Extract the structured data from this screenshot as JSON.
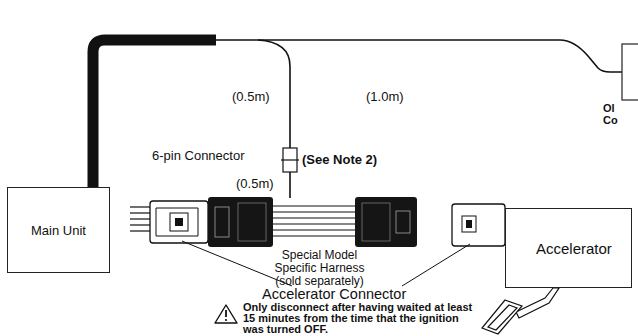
{
  "diagram": {
    "nodes": [
      {
        "text": [
          "Main Unit"
        ]
      },
      {
        "text": [
          "Accelerator"
        ]
      }
    ],
    "labels": [
      "(0.5m)",
      "(1.0m)",
      "6-pin Connector",
      "(See Note 2)",
      "(0.5m)",
      "Special Model Specific Harness (sold separately)",
      "Accelerator Connector",
      "Only disconnect after having waited at least 15 minutes from the time that the ignition was turned OFF.",
      "Ol",
      "Co"
    ]
  }
}
